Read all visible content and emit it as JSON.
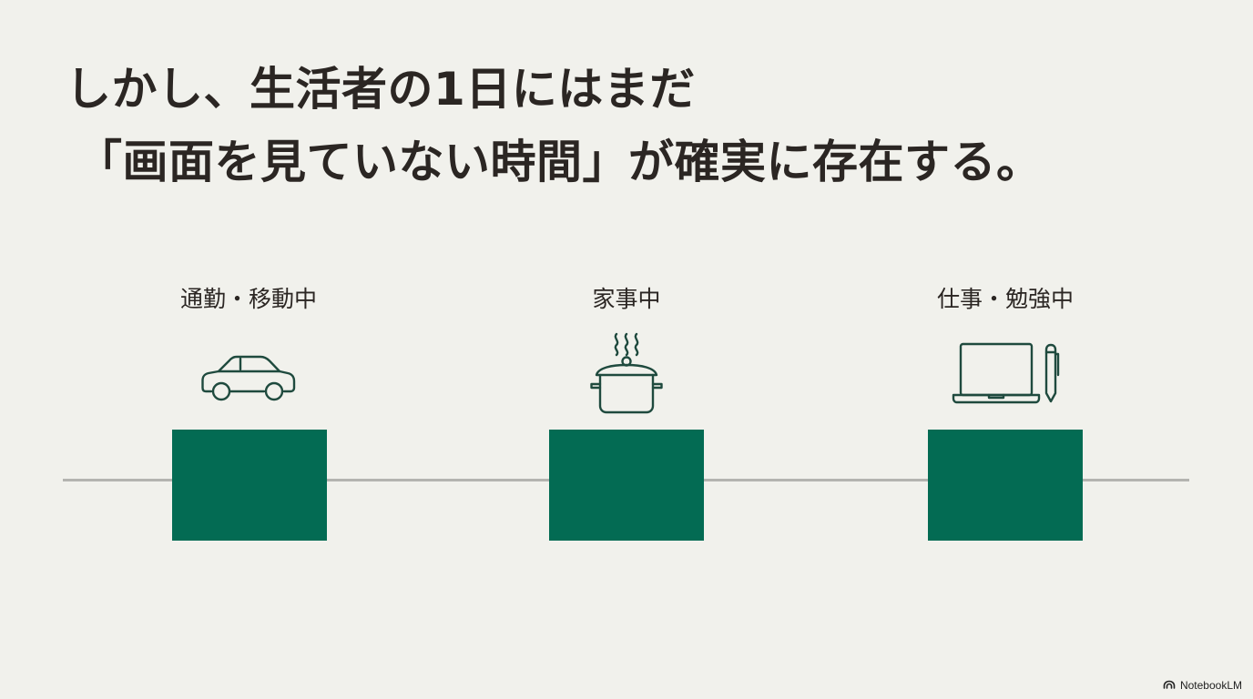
{
  "title": {
    "line1": "しかし、生活者の1日にはまだ",
    "line2": "「画面を見ていない時間」が確実に存在する。"
  },
  "moments": [
    {
      "label": "通勤・移動中",
      "icon": "car-icon"
    },
    {
      "label": "家事中",
      "icon": "cooking-pot-icon"
    },
    {
      "label": "仕事・勉強中",
      "icon": "laptop-pen-icon"
    }
  ],
  "colors": {
    "background": "#f1f1ec",
    "block": "#036b53",
    "icon_stroke": "#1f4a3e",
    "timeline": "#b4b4b0",
    "text": "#2b2623"
  },
  "watermark": {
    "text": "NotebookLM"
  }
}
